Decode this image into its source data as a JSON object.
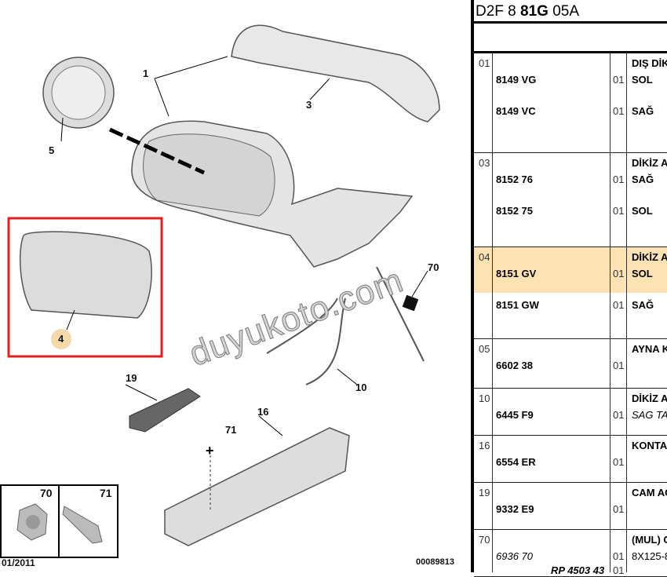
{
  "header": {
    "code_prefix": "D2F 8 ",
    "code_bold": "81G",
    "code_suffix": " 05A"
  },
  "rows": [
    {
      "num": "01",
      "title": "DIŞ DİK",
      "items": [
        {
          "ref": "8149 VG",
          "qty": "01",
          "desc": "SOL"
        },
        {
          "ref": "8149 VC",
          "qty": "01",
          "desc": "SAĞ"
        }
      ]
    },
    {
      "num": "03",
      "title": "DİKİZ A",
      "items": [
        {
          "ref": "8152 76",
          "qty": "01",
          "desc": "SAĞ"
        },
        {
          "ref": "8152 75",
          "qty": "01",
          "desc": "SOL"
        }
      ]
    },
    {
      "num": "04",
      "title": "DİKİZ A",
      "items": [
        {
          "ref": "8151 GV",
          "qty": "01",
          "desc": "SOL"
        },
        {
          "ref": "8151 GW",
          "qty": "01",
          "desc": "SAĞ"
        }
      ]
    },
    {
      "num": "05",
      "title": "AYNA K",
      "items": [
        {
          "ref": "6602 38",
          "qty": "01",
          "desc": ""
        }
      ]
    },
    {
      "num": "10",
      "title": "DİKİZ A",
      "items": [
        {
          "ref": "6445 F9",
          "qty": "01",
          "desc": "SAG TA"
        }
      ]
    },
    {
      "num": "16",
      "title": "KONTA",
      "items": [
        {
          "ref": "6554 ER",
          "qty": "01",
          "desc": ""
        }
      ]
    },
    {
      "num": "19",
      "title": "CAM AC",
      "items": [
        {
          "ref": "9332 E9",
          "qty": "01",
          "desc": ""
        }
      ]
    },
    {
      "num": "70",
      "title": "(MUL) C",
      "items": [
        {
          "ref": "6936 70",
          "qty": "01",
          "desc": "8X125-8"
        },
        {
          "ref": "RP 4503 43",
          "qty": "01",
          "desc": ""
        }
      ]
    }
  ],
  "diagram": {
    "labels": [
      "1",
      "3",
      "5",
      "4",
      "19",
      "16",
      "71",
      "10",
      "70"
    ],
    "inset": {
      "nut": "70",
      "screw": "71"
    },
    "date": "01/2011",
    "drawing_no": "00089813",
    "watermark": "duyukoto.com",
    "highlight_color": "#e02020"
  }
}
